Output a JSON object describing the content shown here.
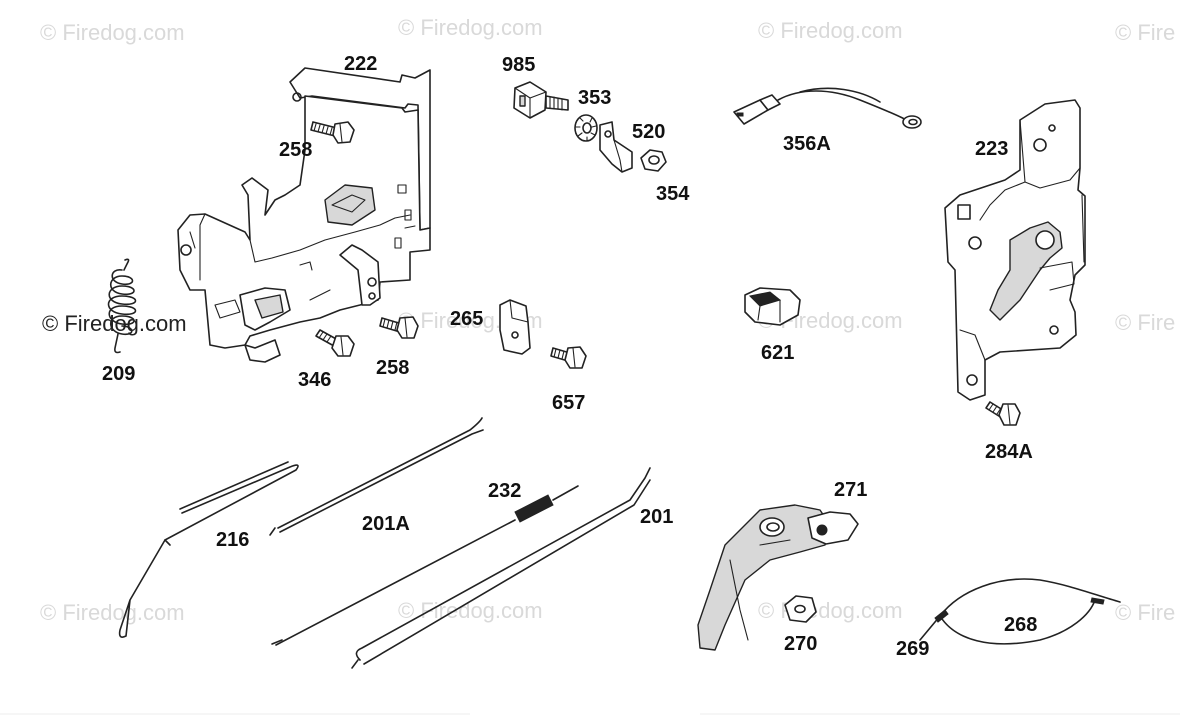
{
  "watermark": {
    "text": "© Firedog.com",
    "text_partial": "© Fire"
  },
  "parts": {
    "p222": "222",
    "p258a": "258",
    "p258b": "258",
    "p209": "209",
    "p346": "346",
    "p985": "985",
    "p353": "353",
    "p520": "520",
    "p354": "354",
    "p356a": "356A",
    "p223": "223",
    "p265": "265",
    "p657": "657",
    "p621": "621",
    "p284a": "284A",
    "p216": "216",
    "p201a": "201A",
    "p232": "232",
    "p201": "201",
    "p271": "271",
    "p270": "270",
    "p269": "269",
    "p268": "268"
  }
}
